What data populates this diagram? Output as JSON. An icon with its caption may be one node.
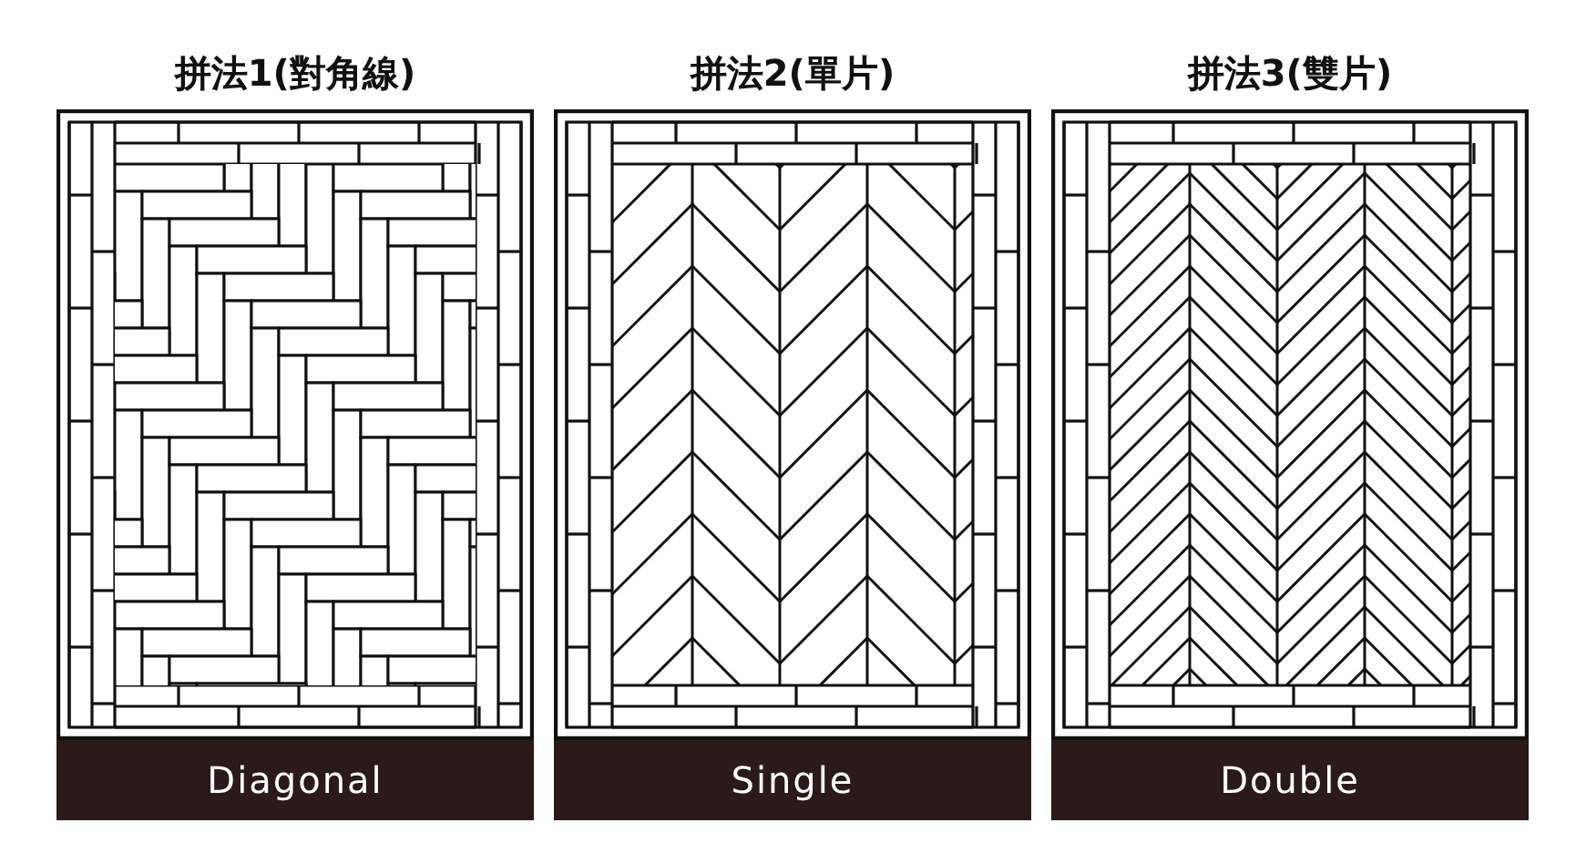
{
  "diagram": {
    "nodes": [
      {
        "text": [
          "拼法1(對角線)",
          "Diagonal"
        ]
      },
      {
        "text": [
          "拼法2(單片)",
          "Single"
        ]
      },
      {
        "text": [
          "拼法3(雙片)",
          "Double"
        ]
      }
    ]
  }
}
